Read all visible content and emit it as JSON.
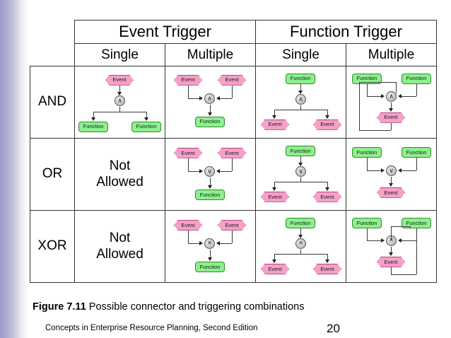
{
  "slide": {
    "caption_label": "Figure 7.11",
    "caption_text": "Possible connector and triggering combinations",
    "footer": "Concepts in Enterprise Resource Planning, Second Edition",
    "slide_number": "20"
  },
  "table": {
    "group_headers": [
      {
        "label": "Event Trigger",
        "span": 2
      },
      {
        "label": "Function Trigger",
        "span": 2
      }
    ],
    "sub_headers": [
      "Single",
      "Multiple",
      "Single",
      "Multiple"
    ],
    "row_labels": [
      "AND",
      "OR",
      "XOR"
    ],
    "not_allowed_line1": "Not",
    "not_allowed_line2": "Allowed"
  },
  "symbols": {
    "and": "∧",
    "or": "∨",
    "xor": "✕",
    "event_label": "Event",
    "function_label": "Function"
  },
  "colors": {
    "event_fill": "#f4a0c8",
    "event_border": "#b4427c",
    "function_fill": "#8df08d",
    "function_border": "#2e8b2e",
    "connector_fill": "#c9c9c9",
    "wire": "#3a3a3a",
    "stripe_start": "#9d9bc4",
    "stripe_end": "#ffffff"
  },
  "cells": {
    "and_event_single": {
      "connector": "and",
      "top": [
        "Event"
      ],
      "bottom": [
        "Function",
        "Function"
      ]
    },
    "and_event_multiple": {
      "connector": "and",
      "top": [
        "Event",
        "Event"
      ],
      "bottom": [
        "Function"
      ]
    },
    "and_function_single": {
      "connector": "and",
      "top": [
        "Function"
      ],
      "bottom": [
        "Event",
        "Event"
      ]
    },
    "and_function_multiple": {
      "connector": "and",
      "top": [
        "Function",
        "Function"
      ],
      "bottom": [
        "Event"
      ]
    },
    "or_event_single": {
      "not_allowed": true
    },
    "or_event_multiple": {
      "connector": "or",
      "top": [
        "Event",
        "Event"
      ],
      "bottom": [
        "Function"
      ]
    },
    "or_function_single": {
      "connector": "or",
      "top": [
        "Function"
      ],
      "bottom": [
        "Event",
        "Event"
      ]
    },
    "or_function_multiple": {
      "connector": "or",
      "top": [
        "Function",
        "Function"
      ],
      "bottom": [
        "Event"
      ]
    },
    "xor_event_single": {
      "not_allowed": true
    },
    "xor_event_multiple": {
      "connector": "xor",
      "top": [
        "Event",
        "Event"
      ],
      "bottom": [
        "Function"
      ]
    },
    "xor_function_single": {
      "connector": "xor",
      "top": [
        "Function"
      ],
      "bottom": [
        "Event",
        "Event"
      ]
    },
    "xor_function_multiple": {
      "connector": "xor",
      "top": [
        "Function",
        "Function"
      ],
      "bottom": [
        "Event"
      ]
    }
  }
}
